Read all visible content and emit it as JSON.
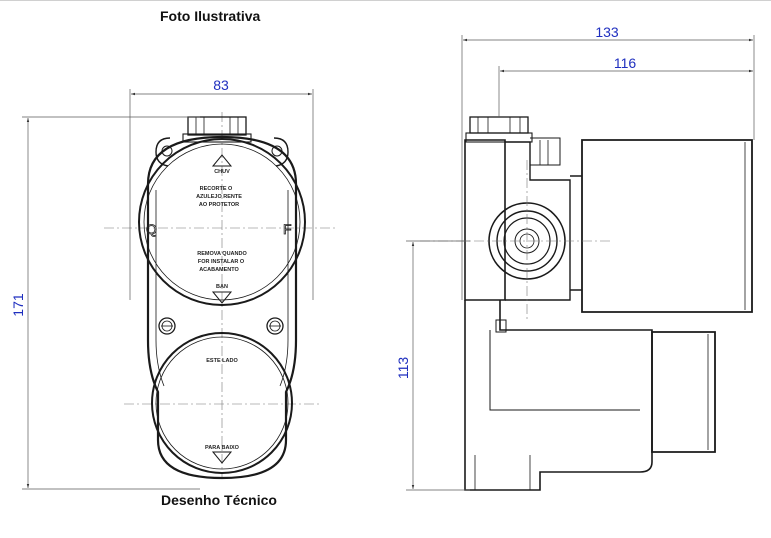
{
  "captions": {
    "top": "Foto Ilustrativa",
    "bottom": "Desenho Técnico"
  },
  "dimensions": {
    "front_width": "83",
    "front_height": "171",
    "side_total_width": "133",
    "side_body_width": "116",
    "side_height": "113"
  },
  "front_view": {
    "cap_top_arrow_label": "CHUV",
    "cap_text_line1": "RECORTE O",
    "cap_text_line2": "AZULEJO RENTE",
    "cap_text_line3": "AO PROTETOR",
    "cap_text_line4": "REMOVA QUANDO",
    "cap_text_line5": "FOR INSTALAR O",
    "cap_text_line6": "ACABAMENTO",
    "cap_bottom_arrow_label": "BAN",
    "left_letter": "Q",
    "right_letter": "F",
    "lower_cap_top_label": "ESTE LADO",
    "lower_cap_bottom_label": "PARA BAIXO"
  },
  "colors": {
    "dimension_text": "#1f2fbf",
    "line": "#1a1a1a"
  }
}
